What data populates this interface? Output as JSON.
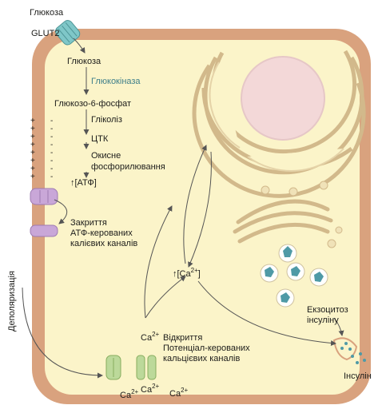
{
  "colors": {
    "membrane": "#d9a27e",
    "cytoplasm": "#fbf4c9",
    "nucleus": "#f3d8d8",
    "organelle": "#f6e7b5",
    "organelle_stroke": "#d2b98b",
    "glut2": "#7fc7c8",
    "katp_channel": "#c9a7d8",
    "ca_channel": "#bcd99a",
    "insulin_granule": "#4f9aa6",
    "enzyme_text": "#3f7f8a"
  },
  "labels": {
    "glucose_outside": "Глюкоза",
    "glut2": "GLUT2",
    "glucose_inside": "Глюкоза",
    "glucokinase": "Глюкокіназа",
    "g6p": "Глюкозо-6-фосфат",
    "glycolysis": "Гліколіз",
    "tca": "ЦТК",
    "oxphos_1": "Окисне",
    "oxphos_2": "фосфорилювання",
    "atp": "↑[АТФ]",
    "katp_close_1": "Закриття",
    "katp_close_2": "АТФ-керованих",
    "katp_close_3": "калієвих каналів",
    "depolarization": "Деполяризація",
    "ca_intracellular": "↑[Ca",
    "ca_intracellular_sup": "2+",
    "ca_intracellular_end": "]",
    "vdcc_ca": "Ca",
    "vdcc_ca_sup": "2+",
    "vdcc_1": "Відкриття",
    "vdcc_2": "Потенціал-керованих",
    "vdcc_3": "кальцієвих каналів",
    "ca_out_1": "Ca",
    "ca_out_2": "Ca",
    "ca_out_3": "Ca",
    "ca_out_sup": "2+",
    "exocytosis_1": "Екзоцитоз",
    "exocytosis_2": "інсуліну",
    "insulin": "Інсулін",
    "plus": "+",
    "minus": "-"
  }
}
